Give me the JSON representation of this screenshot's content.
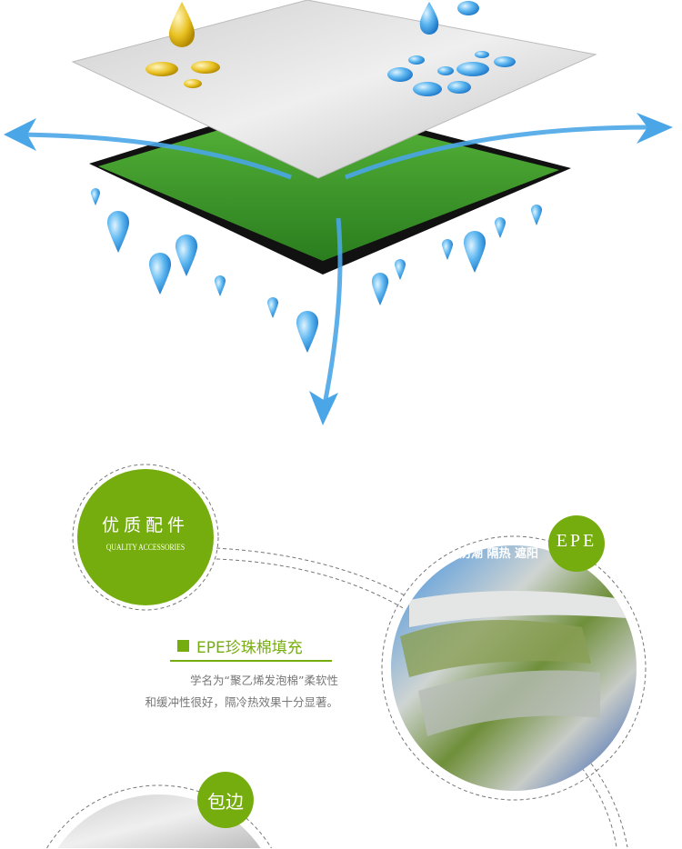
{
  "illustration": {
    "layers": [
      "aluminum-film",
      "grass-layer"
    ],
    "arrows": [
      "left",
      "right",
      "down"
    ]
  },
  "feature": {
    "badge_cn": "优质配件",
    "badge_en": "QUALITY ACCESSORIES",
    "heading": "EPE珍珠棉填充",
    "description_lines": [
      "学名为“聚乙烯发泡棉”柔软性",
      "和缓冲性很好，隔冷热效果十分显著。"
    ],
    "photo_badge": "EPE",
    "photo_print": "防潮 隔热 遮阳"
  },
  "next_section": {
    "badge": "包边"
  },
  "colors": {
    "accent": "#76ad0e",
    "water": "#3aa0e6",
    "grass": "#3a9a2a"
  }
}
